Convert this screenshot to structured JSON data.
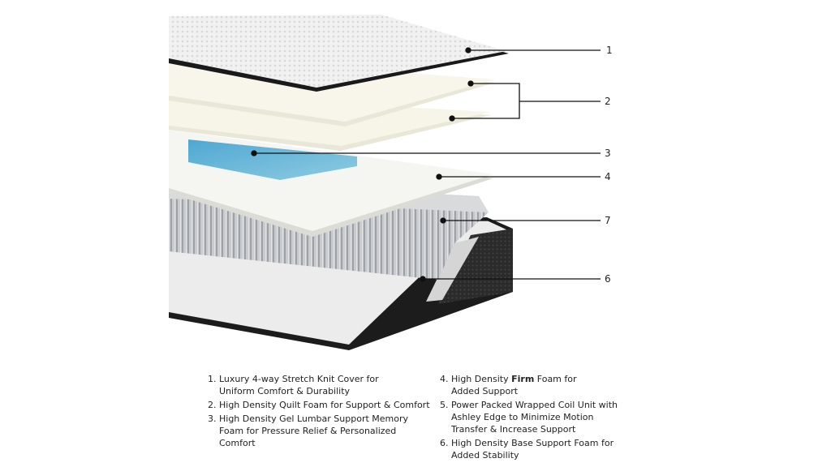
{
  "callouts": [
    "1",
    "2",
    "3",
    "4",
    "7",
    "6"
  ],
  "legend": [
    {
      "num": "1.",
      "text": "Luxury 4-way Stretch Knit Cover for\nUniform Comfort & Durability"
    },
    {
      "num": "2.",
      "text": "High Density Quilt Foam for Support & Comfort"
    },
    {
      "num": "3.",
      "text": "High Density Gel Lumbar Support Memory\nFoam for Pressure Relief & Personalized Comfort"
    },
    {
      "num": "4.",
      "pre": "High Density ",
      "bold": "Firm",
      "post": " Foam for\nAdded Support"
    },
    {
      "num": "5.",
      "text": "Power Packed Wrapped Coil Unit with\nAshley Edge to Minimize Motion\nTransfer & Increase Support"
    },
    {
      "num": "6.",
      "text": "High Density Base Support Foam for\nAdded Stability"
    }
  ],
  "colors": {
    "gel": "#5fb3d6",
    "foam": "#f4f2e6",
    "cover_edge": "#1a1a1a",
    "coil": "#b9bcc0"
  }
}
